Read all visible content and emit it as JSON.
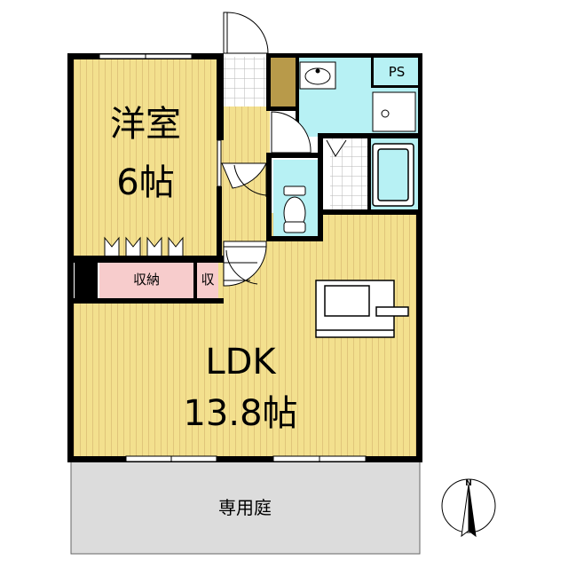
{
  "rooms": {
    "western_room": {
      "name": "洋室",
      "size": "6帖"
    },
    "ldk": {
      "name": "LDK",
      "size": "13.8帖"
    },
    "storage": {
      "name": "収納"
    },
    "storage_small": {
      "name": "収"
    },
    "ps": {
      "name": "PS"
    },
    "garden": {
      "name": "専用庭"
    }
  },
  "compass": {
    "north_label": "N"
  },
  "colors": {
    "floor_wood": "#f3e08e",
    "floor_wood_stripe": "#e0c57a",
    "wall": "#000000",
    "wet_area": "#b7f1f4",
    "storage": "#f7cccc",
    "garden": "#dcdcdc",
    "ps_column": "#b89a4a"
  },
  "icons": {
    "door": "door-swing-icon",
    "toilet": "toilet-icon",
    "sink": "sink-icon",
    "bathtub": "bathtub-icon",
    "kitchen": "kitchen-counter-icon",
    "washer": "washing-machine-pan-icon",
    "compass": "compass-icon"
  }
}
